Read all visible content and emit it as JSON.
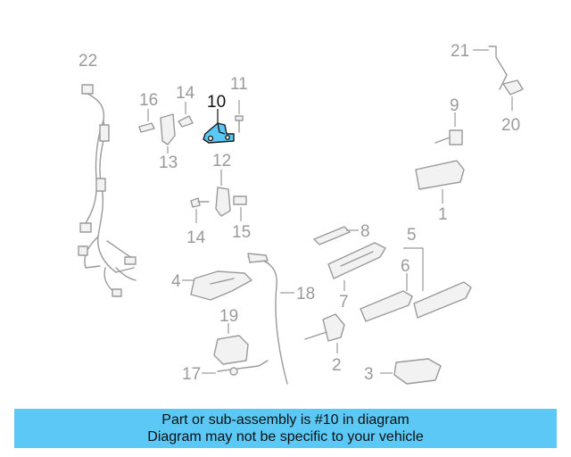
{
  "accent_color": "#5bc8f5",
  "highlight_color": "#5bc8f5",
  "highlighted_part": "10",
  "callouts": {
    "c1": "1",
    "c2": "2",
    "c3": "3",
    "c4": "4",
    "c5": "5",
    "c6": "6",
    "c7": "7",
    "c8": "8",
    "c9": "9",
    "c10": "10",
    "c11": "11",
    "c12": "12",
    "c13": "13",
    "c14a": "14",
    "c14b": "14",
    "c15": "15",
    "c16": "16",
    "c17": "17",
    "c18": "18",
    "c19": "19",
    "c20": "20",
    "c21": "21",
    "c22": "22"
  },
  "banner": {
    "line1": "Part or sub-assembly is #10 in diagram",
    "line2": "Diagram may not be specific to your vehicle"
  }
}
